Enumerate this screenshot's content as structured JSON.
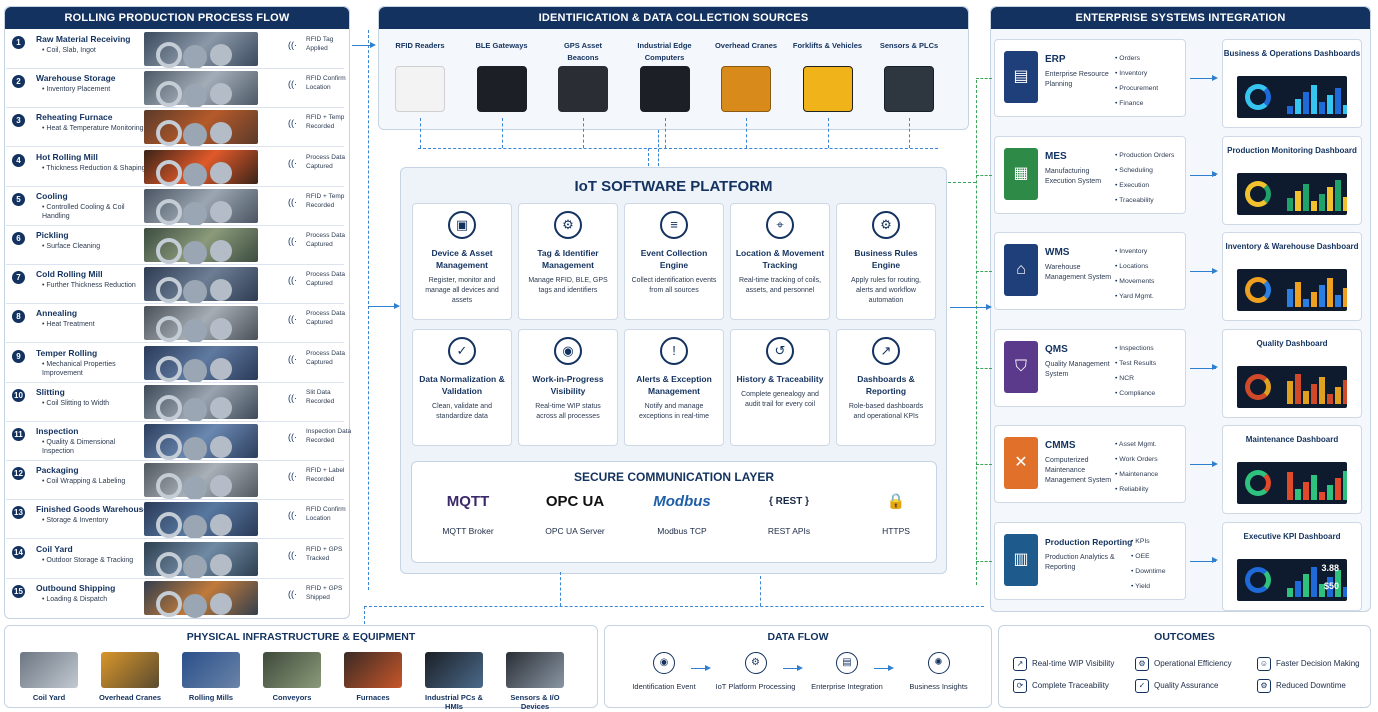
{
  "left": {
    "header": "ROLLING PRODUCTION PROCESS FLOW",
    "steps": [
      {
        "num": "1",
        "name": "Raw Material Receiving",
        "desc": "• Coil, Slab, Ingot",
        "rfid": "RFID Tag Applied"
      },
      {
        "num": "2",
        "name": "Warehouse Storage",
        "desc": "• Inventory Placement",
        "rfid": "RFID Confirm Location"
      },
      {
        "num": "3",
        "name": "Reheating Furnace",
        "desc": "• Heat & Temperature Monitoring",
        "rfid": "RFID + Temp Recorded"
      },
      {
        "num": "4",
        "name": "Hot Rolling Mill",
        "desc": "• Thickness Reduction & Shaping",
        "rfid": "Process Data Captured"
      },
      {
        "num": "5",
        "name": "Cooling",
        "desc": "• Controlled Cooling & Coil Handling",
        "rfid": "RFID + Temp Recorded"
      },
      {
        "num": "6",
        "name": "Pickling",
        "desc": "• Surface Cleaning",
        "rfid": "Process Data Captured"
      },
      {
        "num": "7",
        "name": "Cold Rolling Mill",
        "desc": "• Further Thickness Reduction",
        "rfid": "Process Data Captured"
      },
      {
        "num": "8",
        "name": "Annealing",
        "desc": "• Heat Treatment",
        "rfid": "Process Data Captured"
      },
      {
        "num": "9",
        "name": "Temper Rolling",
        "desc": "• Mechanical Properties Improvement",
        "rfid": "Process Data Captured"
      },
      {
        "num": "10",
        "name": "Slitting",
        "desc": "• Coil Slitting to Width",
        "rfid": "Slit Data Recorded"
      },
      {
        "num": "11",
        "name": "Inspection",
        "desc": "• Quality & Dimensional Inspection",
        "rfid": "Inspection Data Recorded"
      },
      {
        "num": "12",
        "name": "Packaging",
        "desc": "• Coil Wrapping & Labeling",
        "rfid": "RFID + Label Recorded"
      },
      {
        "num": "13",
        "name": "Finished Goods Warehouse",
        "desc": "• Storage & Inventory",
        "rfid": "RFID Confirm Location"
      },
      {
        "num": "14",
        "name": "Coil Yard",
        "desc": "• Outdoor Storage & Tracking",
        "rfid": "RFID + GPS Tracked"
      },
      {
        "num": "15",
        "name": "Outbound Shipping",
        "desc": "• Loading & Dispatch",
        "rfid": "RFID + GPS Shipped"
      }
    ]
  },
  "sources": {
    "header": "IDENTIFICATION & DATA COLLECTION SOURCES",
    "devices": [
      "RFID Readers",
      "BLE Gateways",
      "GPS Asset Beacons",
      "Industrial Edge Computers",
      "Overhead Cranes",
      "Forklifts & Vehicles",
      "Sensors & PLCs"
    ]
  },
  "platform": {
    "title": "IoT SOFTWARE PLATFORM",
    "cards": [
      {
        "title": "Device & Asset Management",
        "desc": "Register, monitor and manage all devices and assets",
        "icon": "device-icon"
      },
      {
        "title": "Tag & Identifier Management",
        "desc": "Manage RFID, BLE, GPS tags and identifiers",
        "icon": "tag-icon"
      },
      {
        "title": "Event Collection Engine",
        "desc": "Collect identification events from all sources",
        "icon": "sliders-icon"
      },
      {
        "title": "Location & Movement Tracking",
        "desc": "Real-time tracking of coils, assets, and personnel",
        "icon": "location-icon"
      },
      {
        "title": "Business Rules Engine",
        "desc": "Apply rules for routing, alerts and workflow automation",
        "icon": "gear-icon"
      },
      {
        "title": "Data Normalization & Validation",
        "desc": "Clean, validate and standardize data",
        "icon": "shield-check-icon"
      },
      {
        "title": "Work-in-Progress Visibility",
        "desc": "Real-time WIP status across all processes",
        "icon": "fingerprint-icon"
      },
      {
        "title": "Alerts & Exception Management",
        "desc": "Notify and manage exceptions in real-time",
        "icon": "warning-icon"
      },
      {
        "title": "History & Traceability",
        "desc": "Complete genealogy and audit trail for every coil",
        "icon": "history-icon"
      },
      {
        "title": "Dashboards & Reporting",
        "desc": "Role-based dashboards and operational KPIs",
        "icon": "chart-icon"
      }
    ],
    "secure": {
      "title": "SECURE COMMUNICATION LAYER",
      "protocols": [
        {
          "logo": "MQTT",
          "label": "MQTT Broker"
        },
        {
          "logo": "OPC UA",
          "label": "OPC UA Server"
        },
        {
          "logo": "Modbus",
          "label": "Modbus TCP"
        },
        {
          "logo": "{ REST }",
          "label": "REST APIs"
        },
        {
          "logo": "🔒",
          "label": "HTTPS"
        }
      ]
    }
  },
  "enterprise": {
    "header": "ENTERPRISE SYSTEMS INTEGRATION",
    "systems": [
      {
        "name": "ERP",
        "desc": "Enterprise Resource Planning",
        "features": [
          "Orders",
          "Inventory",
          "Procurement",
          "Finance"
        ],
        "color": "#1f3f7a",
        "dashboard": "Business & Operations Dashboards"
      },
      {
        "name": "MES",
        "desc": "Manufacturing Execution System",
        "features": [
          "Production Orders",
          "Scheduling",
          "Execution",
          "Traceability"
        ],
        "color": "#2e8b47",
        "dashboard": "Production Monitoring Dashboard"
      },
      {
        "name": "WMS",
        "desc": "Warehouse Management System",
        "features": [
          "Inventory",
          "Locations",
          "Movements",
          "Yard Mgmt."
        ],
        "color": "#1f3f7a",
        "dashboard": "Inventory & Warehouse Dashboard"
      },
      {
        "name": "QMS",
        "desc": "Quality Management System",
        "features": [
          "Inspections",
          "Test Results",
          "NCR",
          "Compliance"
        ],
        "color": "#5b3a8c",
        "dashboard": "Quality Dashboard"
      },
      {
        "name": "CMMS",
        "desc": "Computerized Maintenance Management System",
        "features": [
          "Asset Mgmt.",
          "Work Orders",
          "Maintenance",
          "Reliability"
        ],
        "color": "#e0702a",
        "dashboard": "Maintenance Dashboard"
      },
      {
        "name": "Production Reporting",
        "desc": "Production Analytics & Reporting",
        "features": [
          "KPIs",
          "OEE",
          "Downtime",
          "Yield"
        ],
        "color": "#1f5a8c",
        "dashboard": "Executive KPI Dashboard"
      }
    ]
  },
  "infrastructure": {
    "title": "PHYSICAL INFRASTRUCTURE & EQUIPMENT",
    "items": [
      "Coil Yard",
      "Overhead Cranes",
      "Rolling Mills",
      "Conveyors",
      "Furnaces",
      "Industrial PCs & HMIs",
      "Sensors & I/O Devices"
    ]
  },
  "dataflow": {
    "title": "DATA FLOW",
    "steps": [
      "Identification Event",
      "IoT Platform Processing",
      "Enterprise Integration",
      "Business Insights"
    ]
  },
  "outcomes": {
    "title": "OUTCOMES",
    "items": [
      "Real-time WIP Visibility",
      "Operational Efficiency",
      "Faster Decision Making",
      "Complete Traceability",
      "Quality Assurance",
      "Reduced Downtime"
    ]
  },
  "kpi": {
    "a": "3.88",
    "b": "$50"
  }
}
